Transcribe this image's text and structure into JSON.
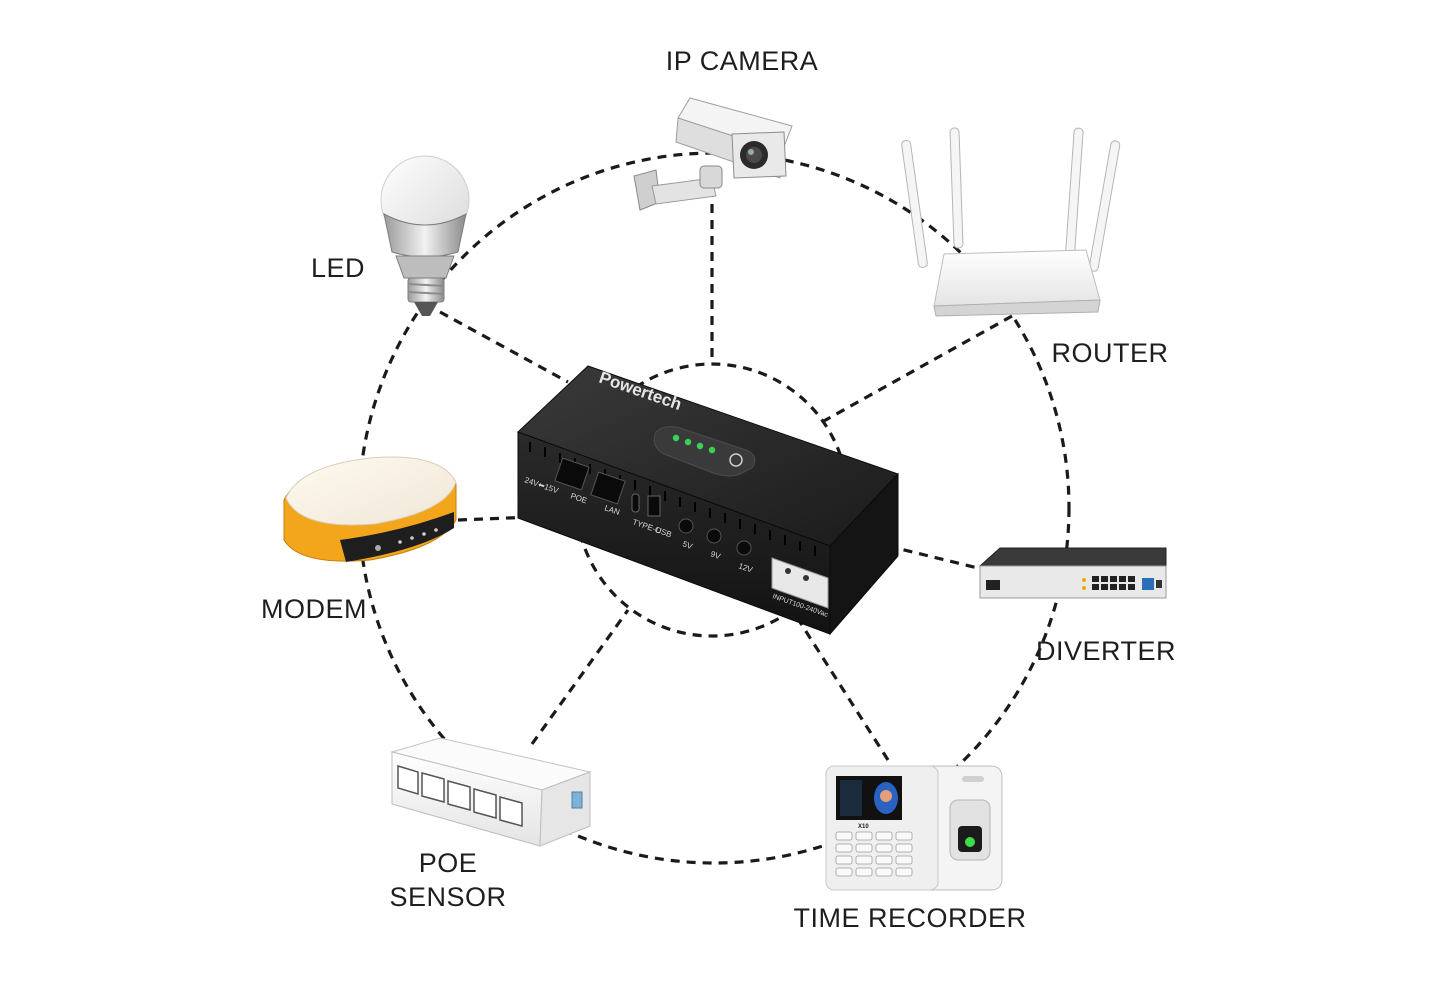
{
  "hub": {
    "brand": "Powertech",
    "ports": {
      "in_out": "24V⬅15V",
      "poe": "POE",
      "lan": "LAN",
      "typec": "TYPE-C",
      "usb": "USB",
      "v5": "5V",
      "v9": "9V",
      "v12": "12V",
      "input": "INPUT100-240Vac"
    }
  },
  "devices": {
    "ip_camera": "IP CAMERA",
    "led": "LED",
    "router": "ROUTER",
    "modem": "MODEM",
    "diverter": "DIVERTER",
    "poe_sensor_line1": "POE",
    "poe_sensor_line2": "SENSOR",
    "time_recorder": "TIME RECORDER",
    "recorder_model": "X10"
  },
  "colors": {
    "hub_body": "#1f1f1f",
    "led_green": "#39d353",
    "modem_accent": "#f3a51b",
    "line": "#1a1a1a"
  }
}
